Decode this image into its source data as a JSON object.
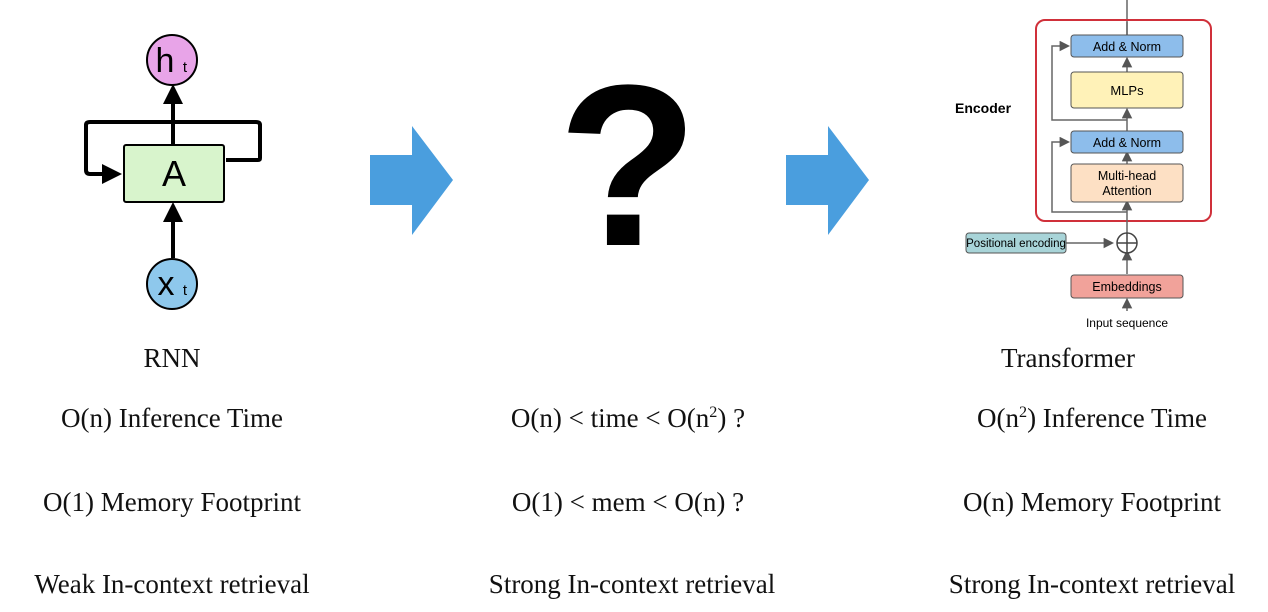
{
  "rnn": {
    "title": "RNN",
    "node_top": {
      "main": "h",
      "sub": "t"
    },
    "node_box": "A",
    "node_bottom": {
      "main": "x",
      "sub": "t"
    },
    "stats": {
      "time": "O(n) Inference Time",
      "memory": "O(1) Memory Footprint",
      "retrieval": "Weak In-context retrieval"
    }
  },
  "middle": {
    "question_mark": "?",
    "stats": {
      "time_a": "O(n) < time < O(n",
      "time_sup": "2",
      "time_b": ") ?",
      "memory": "O(1) < mem < O(n) ?",
      "retrieval": "Strong In-context retrieval"
    }
  },
  "transformer": {
    "title": "Transformer",
    "encoder_label": "Encoder",
    "blocks": {
      "add_norm_top": "Add & Norm",
      "mlps": "MLPs",
      "add_norm_bottom": "Add & Norm",
      "attention_line1": "Multi-head",
      "attention_line2": "Attention",
      "positional_encoding": "Positional encoding",
      "embeddings": "Embeddings",
      "input_sequence": "Input sequence"
    },
    "stats": {
      "time_a": "O(n",
      "time_sup": "2",
      "time_b": ") Inference Time",
      "memory": "O(n) Memory Footprint",
      "retrieval": "Strong In-context retrieval"
    }
  },
  "colors": {
    "rnn_hidden": "#e8a4e8",
    "rnn_input": "#8ec8ec",
    "rnn_box": "#d8f4cc",
    "arrow_blue": "#4a9ede",
    "encoder_border": "#d0303a",
    "norm_fill": "#8dbdeb",
    "mlp_fill": "#fff2b8",
    "attention_fill": "#fde0c4",
    "pos_fill": "#a8d4d8",
    "emb_fill": "#f1a29a"
  }
}
